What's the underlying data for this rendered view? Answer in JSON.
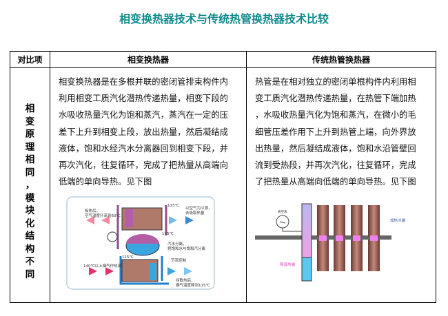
{
  "title": "相变换热器技术与传统热管换热器技术比较",
  "table": {
    "headers": [
      "对比项",
      "相变换热器",
      "传统热管换热器"
    ],
    "row_label": [
      "相",
      "变",
      "原",
      "理",
      "相",
      "同",
      "，",
      "模",
      "块",
      "化",
      "结",
      "构",
      "不",
      "同"
    ],
    "phase_change_text": [
      "相变换热器是在多根并联的密闭管排束构件内",
      "利用相变工质汽化潜热传递热量，相变下段的",
      "水吸收热量汽化为饱和蒸汽，蒸汽在一定的压",
      "差下上升到相变上段，放出热量，然后凝结成",
      "液体，饱和水经汽水分离器回到相变下段，并",
      "再次汽化，往复循环，完成了把热量从高端向",
      "低端的单向导热。见下图"
    ],
    "heat_pipe_text": [
      "热管是在相对独立的密闭单根构件内利用相",
      "变工质汽化潜热传递热量，在热管下端加热",
      "，水吸收热量汽化为饱和蒸汽，在微小的毛",
      "细管压差作用下上升到热管上端，向外界放",
      "出热量，然后凝结成液体，饱和水沿管壁回",
      "流到受热段，并再次汽化，往复循环，完成",
      "了把热量从高端向低端的单向导热。见下图"
    ]
  },
  "fig1": {
    "after_heat": [
      "吸热后，",
      "空气温度升高到60℃"
    ],
    "cold_source": [
      "以空气为冷源，",
      "去吸取热量"
    ],
    "t_top": "115℃",
    "t_mid": "115℃",
    "t_low": "115℃",
    "separator": [
      "汽水分离，",
      "把饱和水与饱和汽分离"
    ],
    "throttle": "节流控制",
    "heat_source": "140℃以上烟气作热源",
    "after_release": [
      "经散热后，",
      "烟气温度降到115℃"
    ]
  },
  "fig2": {
    "gauge": "真空表",
    "cold_end": "加热冷端",
    "hot_end": "降温热端"
  }
}
